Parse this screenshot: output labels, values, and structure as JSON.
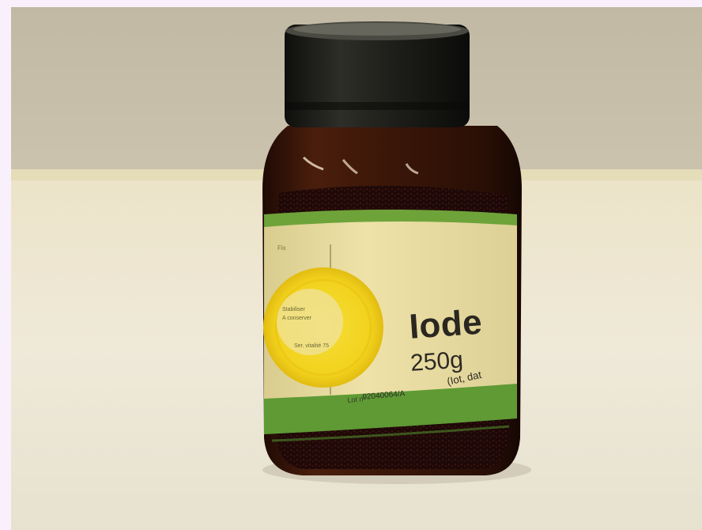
{
  "label": {
    "product_name": "Iode",
    "quantity": "250g",
    "lot_prefix": "Lot n°",
    "lot_number": "02040064/A",
    "lot_extra": "(Iot, dat",
    "circle_text_lines": [
      "Stabiliser",
      "A conserver"
    ],
    "circle_footer": "Ser. vitalité 75",
    "side_mark": "Fix"
  },
  "colors": {
    "label_paper": "#ecdfa2",
    "label_stripe": "#6ea33a",
    "seal_yellow": "#f2d21c",
    "bottle_glass": "#3a1608",
    "cap": "#1c1c18"
  }
}
